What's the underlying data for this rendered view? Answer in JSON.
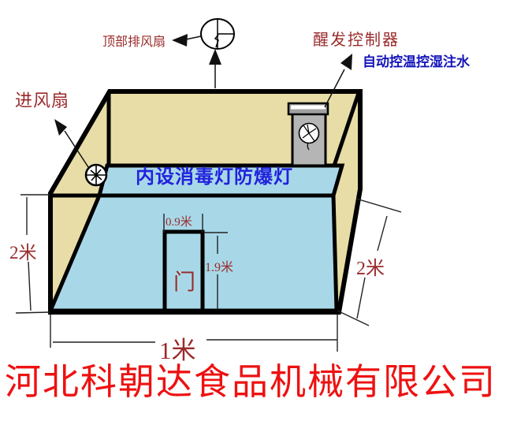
{
  "diagram": {
    "labels": {
      "top_exhaust_fan": "顶部排风扇",
      "proofing_controller": "醒发控制器",
      "auto_control": "自动控温控湿注水",
      "intake_fan": "进风扇",
      "interior_lamps": "内设消毒灯防爆灯",
      "door": "门"
    },
    "dimensions": {
      "left_height": "2米",
      "right_height": "2米",
      "bottom_width": "1米",
      "door_width": "0.9米",
      "door_height": "1.9米"
    },
    "company_name": "河北科朝达食品机械有限公司",
    "colors": {
      "wall_tan": "#e8dda6",
      "panel_blue": "#a8d8e8",
      "label_red": "#9a2b2b",
      "company_red": "#ee1111",
      "interior_text_blue": "#2222dd",
      "sub_label_blue": "#1414bb",
      "controller_gray": "#b5b5b5",
      "controller_lid_gray": "#a0a0a0",
      "outline_black": "#000000"
    }
  }
}
